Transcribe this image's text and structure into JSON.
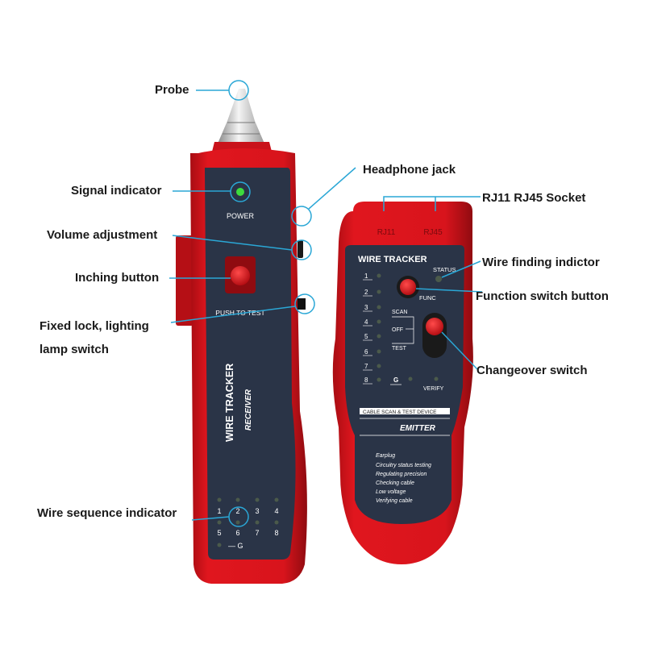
{
  "callouts": {
    "probe": "Probe",
    "signal_indicator": "Signal indicator",
    "volume_adjustment": "Volume adjustment",
    "inching_button": "Inching button",
    "fixed_lock_line1": "Fixed lock,  lighting",
    "fixed_lock_line2": "lamp switch",
    "wire_sequence_indicator": "Wire sequence indicator",
    "headphone_jack": "Headphone jack",
    "socket": "RJ11 RJ45 Socket",
    "wire_finding_indicator": "Wire finding indictor",
    "function_switch_button": "Function switch button",
    "changeover_switch": "Changeover switch"
  },
  "receiver": {
    "power_label": "POWER",
    "push_label": "PUSH TO TEST",
    "brand": "WIRE TRACKER",
    "model": "RECEIVER",
    "wire_numbers": [
      "1",
      "2",
      "3",
      "4",
      "5",
      "6",
      "7",
      "8"
    ],
    "ground_label": "— G"
  },
  "emitter": {
    "port_rj11": "RJ11",
    "port_rj45": "RJ45",
    "brand": "WIRE TRACKER",
    "status_label": "STATUS",
    "func_label": "FUNC",
    "scan_label": "SCAN",
    "off_label": "OFF",
    "test_label": "TEST",
    "wire_numbers": [
      "1",
      "2",
      "3",
      "4",
      "5",
      "6",
      "7",
      "8"
    ],
    "ground_label": "G",
    "verify_label": "VERIFY",
    "device_label": "CABLE SCAN & TEST DEVICE",
    "model": "EMITTER",
    "features": [
      "Earplug",
      "Circuitry status testing",
      "Regulating precision",
      "Checking cable",
      "Low voltage",
      "Verifying cable"
    ]
  },
  "colors": {
    "body_red": "#d8141c",
    "body_dark_red": "#9e0d12",
    "panel_navy": "#2a3447",
    "callout_line": "#2aa7d6",
    "led_green": "#3ddc3d",
    "label_text": "#1a1a1a"
  }
}
